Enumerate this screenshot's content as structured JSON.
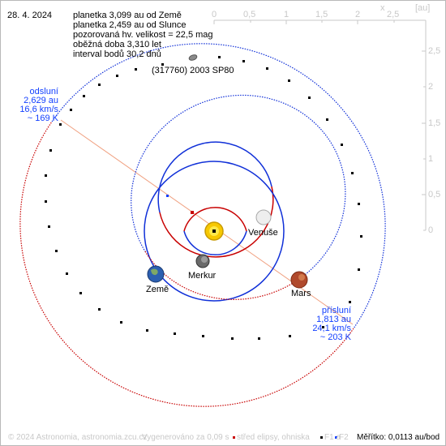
{
  "date": "28. 4. 2024",
  "info_lines": [
    "planetka 3,099 au od Země",
    "planetka 2,459 au od Slunce",
    "pozorovaná hv. velikost = 22,5 mag",
    "oběžná doba 3,310 let",
    "interval bodů 30,2 dnů"
  ],
  "object_name": "(317760) 2003 SP80",
  "aphelion": {
    "title": "odsluní",
    "dist": "2,629 au",
    "speed": "16,6 km/s",
    "temp": "~ 169 K"
  },
  "perihelion": {
    "title": "přísluní",
    "dist": "1,813 au",
    "speed": "24,1 km/s",
    "temp": "~ 203 K"
  },
  "planets": {
    "venus": "Venuše",
    "mercury": "Merkur",
    "earth": "Země",
    "mars": "Mars"
  },
  "axis": {
    "x_label": "x",
    "unit_label": "[au]",
    "x_ticks": [
      "0",
      "0,5",
      "1",
      "1,5",
      "2",
      "2,5"
    ],
    "y_ticks": [
      "2,5",
      "2",
      "1,5",
      "1",
      "0,5",
      "0"
    ]
  },
  "footer": {
    "copyright": "© 2024 Astronomia, astronomia.zcu.cz",
    "generated": "Vygenerováno za 0,09 s",
    "legend_center": "střed elipsy, ohniska",
    "f1": "F1 a",
    "f2": "F2",
    "scale": "Měřítko: 0,0113 au/bod"
  },
  "colors": {
    "orbit_blue": "#1030d8",
    "orbit_red": "#c80000",
    "label_blue": "#1340ff",
    "axis_gray": "#c8c8c8",
    "apsis_line": "#f0a080"
  }
}
